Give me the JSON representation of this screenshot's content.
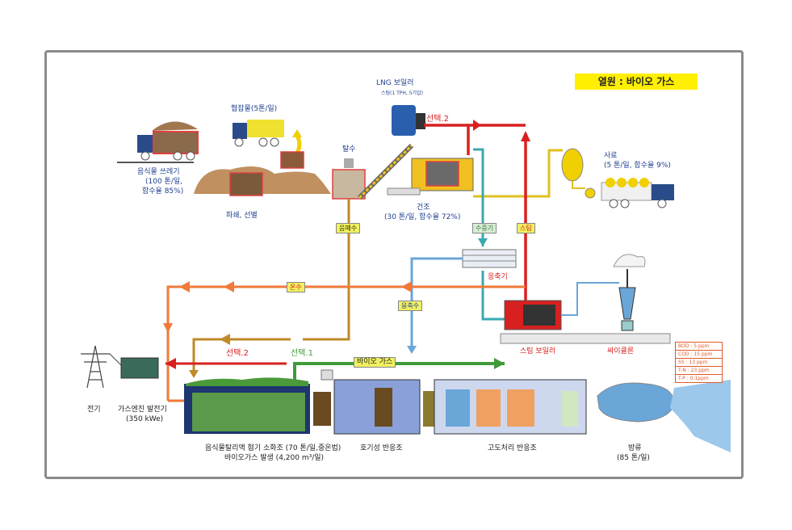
{
  "title": "열원 : 바이오 가스",
  "boiler": {
    "name": "LNG 보일러",
    "spec": "스팀(1 TPH, 5기압)"
  },
  "select2_top": "선택.2",
  "foreign_matter": "협잡물(5톤/일)",
  "food_waste": {
    "line1": "음식물 쓰레기",
    "line2": "(100 톤/일,",
    "line3": "함수율 85%)"
  },
  "crush_label": "파쇄, 선별",
  "dewater_label": "탈수",
  "dryer": {
    "line1": "건조",
    "line2": "(30 톤/일, 함수율 72%)"
  },
  "feed": {
    "line1": "사료",
    "line2": "(5 톤/일, 함수율 9%)"
  },
  "tags": {
    "wastewater": "음폐수",
    "vapor": "수증기",
    "steam": "스팀",
    "hot_water": "온수",
    "condensate": "응축수",
    "biogas": "바이오 가스"
  },
  "condenser_label": "응축기",
  "steam_boiler_label": "스팀 보일러",
  "cyclone_label": "싸이클론",
  "select2_bottom": "선택.2",
  "select1": "선택.1",
  "electricity": "전기",
  "generator": {
    "line1": "가스엔진 발전기",
    "line2": "(350 kWe)"
  },
  "digester": {
    "line1": "음식물탈리액 혐기 소화조 (70 톤/일,중온법)",
    "line2": "바이오가스 발생 (4,200 m³/일)"
  },
  "aerobic_label": "호기성 반응조",
  "advanced_label": "고도처리 반응조",
  "discharge": {
    "line1": "방류",
    "line2": "(85 톤/일)"
  },
  "water_quality": [
    "BOD :  5 ppm",
    "COD : 15 ppm",
    "SS   :  13 ppm",
    "T-N  : 23 ppm",
    "T-P  : 0.1ppm"
  ],
  "colors": {
    "hot_line": "#e8432a",
    "water_line": "#6aa6d8",
    "gas_line": "#3f9a3a",
    "waste_line": "#c08a2a",
    "orange_line": "#f07a3a",
    "steam_line": "#d82020"
  }
}
